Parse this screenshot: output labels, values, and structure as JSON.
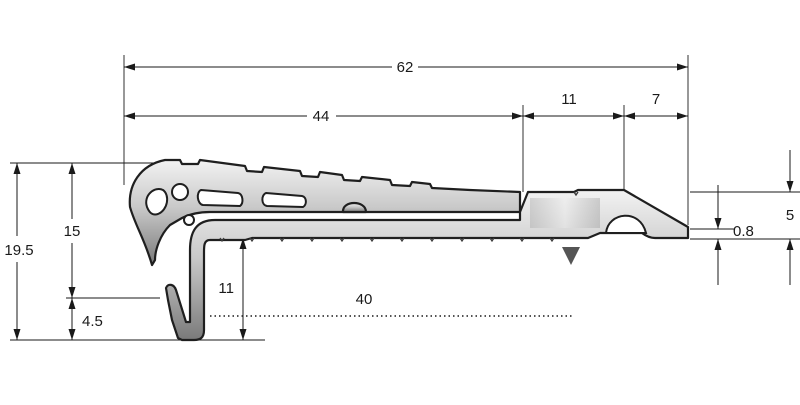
{
  "dimensions": {
    "overall_width": "62",
    "nosing_width": "44",
    "insert_width": "11",
    "tip_width": "7",
    "overall_height": "19.5",
    "nose_height": "15",
    "lip_height": "4.5",
    "leg_height": "11",
    "tread_thickness": "40",
    "flange_height": "5",
    "edge_thickness": "0.8"
  },
  "colors": {
    "line": "#1a1a1a",
    "metal_light": "#e6e6e6",
    "metal_mid": "#a8a8a8",
    "metal_dark": "#6e6e6e"
  },
  "marker": "triangle-down-icon"
}
